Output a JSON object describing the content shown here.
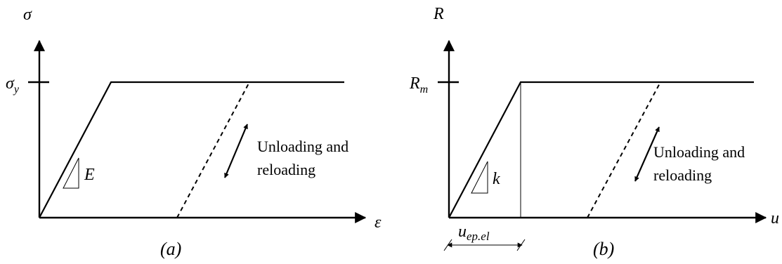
{
  "panel_a": {
    "y_axis_label": "σ",
    "x_axis_label": "ε",
    "yield_label_main": "σ",
    "yield_label_sub": "y",
    "slope_label": "E",
    "annotation_line1": "Unloading and",
    "annotation_line2": "reloading",
    "caption": "(a)"
  },
  "panel_b": {
    "y_axis_label": "R",
    "x_axis_label": "u",
    "max_label_main": "R",
    "max_label_sub": "m",
    "slope_label": "k",
    "annotation_line1": "Unloading and",
    "annotation_line2": "reloading",
    "dimension_label_main": "u",
    "dimension_label_sub": "ep.el",
    "caption": "(b)"
  }
}
